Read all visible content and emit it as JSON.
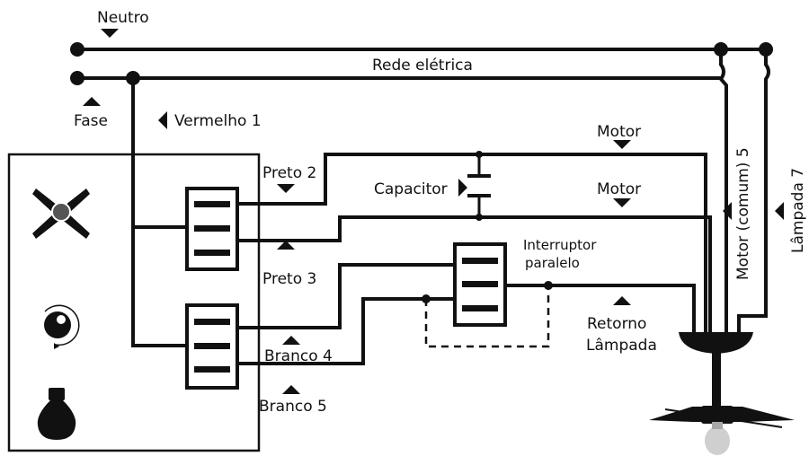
{
  "labels": {
    "neutro": "Neutro",
    "rede": "Rede elétrica",
    "fase": "Fase",
    "vermelho1": "Vermelho 1",
    "preto2": "Preto 2",
    "preto3": "Preto 3",
    "branco4": "Branco 4",
    "branco5": "Branco 5",
    "capacitor": "Capacitor",
    "motor_top": "Motor",
    "motor_mid": "Motor",
    "interruptor_l1": "Interruptor",
    "interruptor_l2": "paralelo",
    "retorno_l1": "Retorno",
    "retorno_l2": "Lâmpada",
    "motor_comum": "Motor (comum) 5",
    "lampada7": "Lâmpada 7"
  },
  "icons": {
    "fan": "fan-icon",
    "speed": "speed-knob-icon",
    "lamp": "lamp-bulb-icon",
    "ceiling_fan": "ceiling-fan-icon"
  },
  "colors": {
    "wire": "#111111",
    "bulb": "#cfcfcf",
    "background": "#ffffff"
  }
}
